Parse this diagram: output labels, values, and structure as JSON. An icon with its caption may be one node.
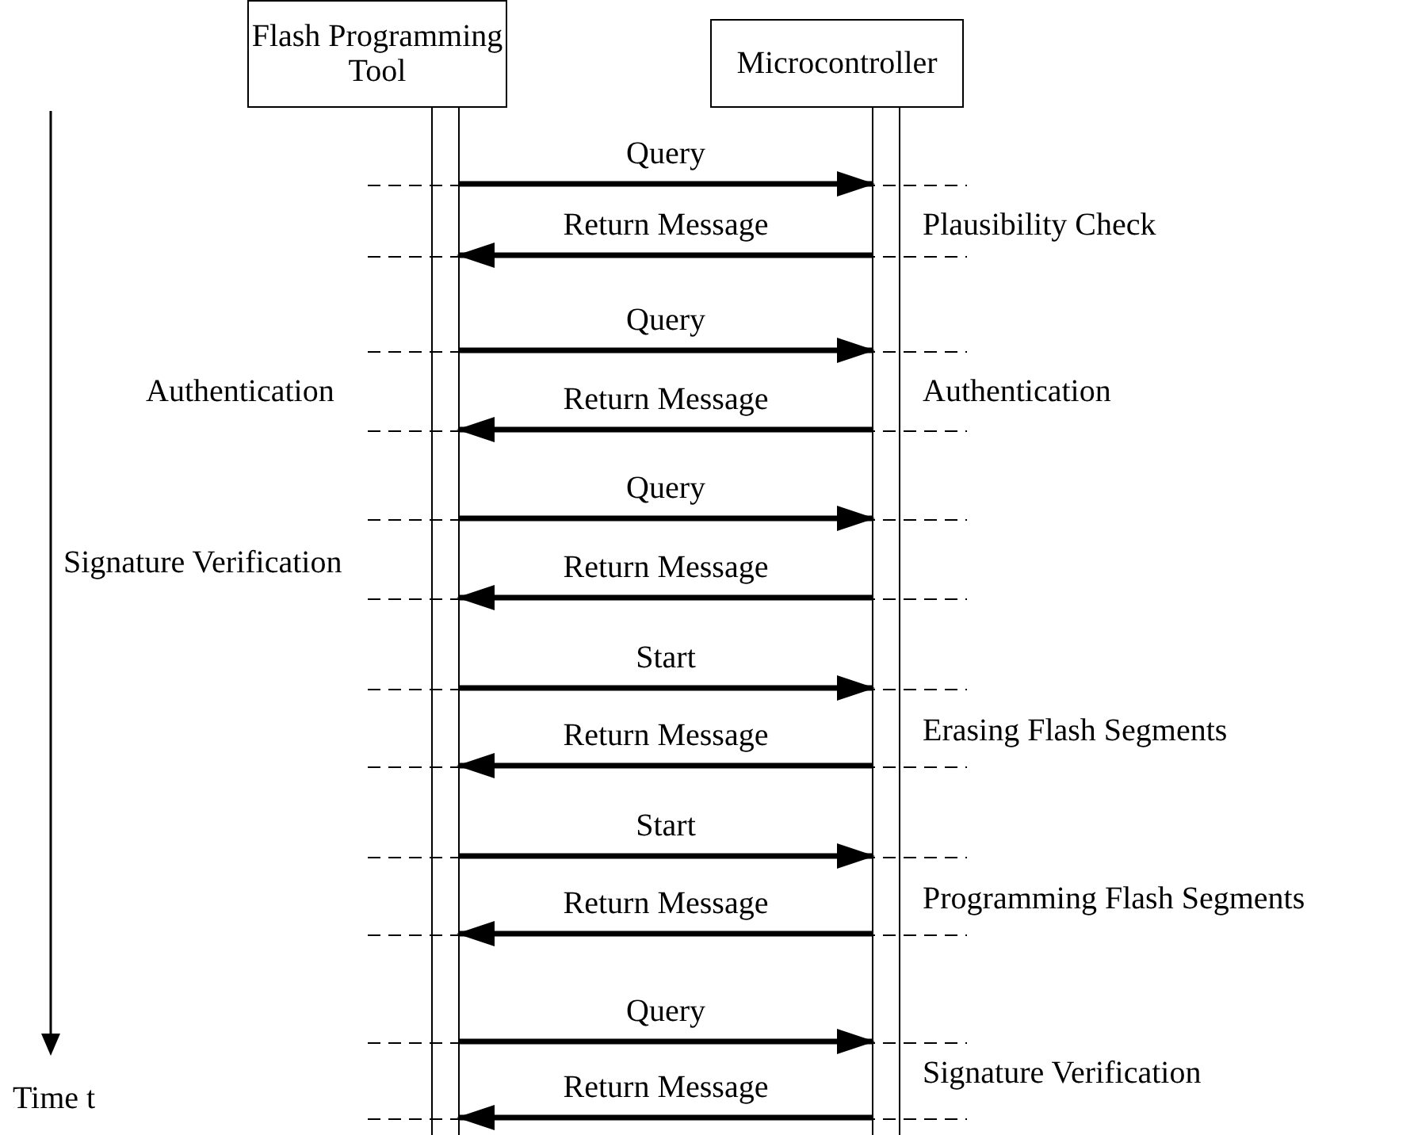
{
  "diagram": {
    "nodes": [
      {
        "text": [
          "Flash Programming Tool"
        ]
      },
      {
        "text": [
          "Microcontroller"
        ]
      },
      {
        "text": [],
        "shape": "bar"
      },
      {
        "text": [],
        "shape": "bar"
      }
    ],
    "edges": [
      {
        "from": 2,
        "to": 3,
        "arrow": "to",
        "label": "Query"
      },
      {
        "from": 3,
        "to": 2,
        "arrow": "to",
        "label": "Return Message"
      },
      {
        "from": 2,
        "to": 3,
        "arrow": "to",
        "label": "Query"
      },
      {
        "from": 3,
        "to": 2,
        "arrow": "to",
        "label": "Return Message"
      },
      {
        "from": 2,
        "to": 3,
        "arrow": "to",
        "label": "Query"
      },
      {
        "from": 3,
        "to": 2,
        "arrow": "to",
        "label": "Return Message"
      },
      {
        "from": 2,
        "to": 3,
        "arrow": "to",
        "label": "Start"
      },
      {
        "from": 3,
        "to": 2,
        "arrow": "to",
        "label": "Return Message"
      },
      {
        "from": 2,
        "to": 3,
        "arrow": "to",
        "label": "Start"
      },
      {
        "from": 3,
        "to": 2,
        "arrow": "to",
        "label": "Return Message"
      },
      {
        "from": 2,
        "to": 3,
        "arrow": "to",
        "label": "Query"
      },
      {
        "from": 3,
        "to": 2,
        "arrow": "to",
        "label": "Return Message"
      }
    ],
    "labels": [
      "Plausibility Check",
      "Authentication",
      "Authentication",
      "Signature Verification",
      "Erasing Flash Segments",
      "Programming Flash Segments",
      "Signature Verification",
      "Time t"
    ]
  }
}
